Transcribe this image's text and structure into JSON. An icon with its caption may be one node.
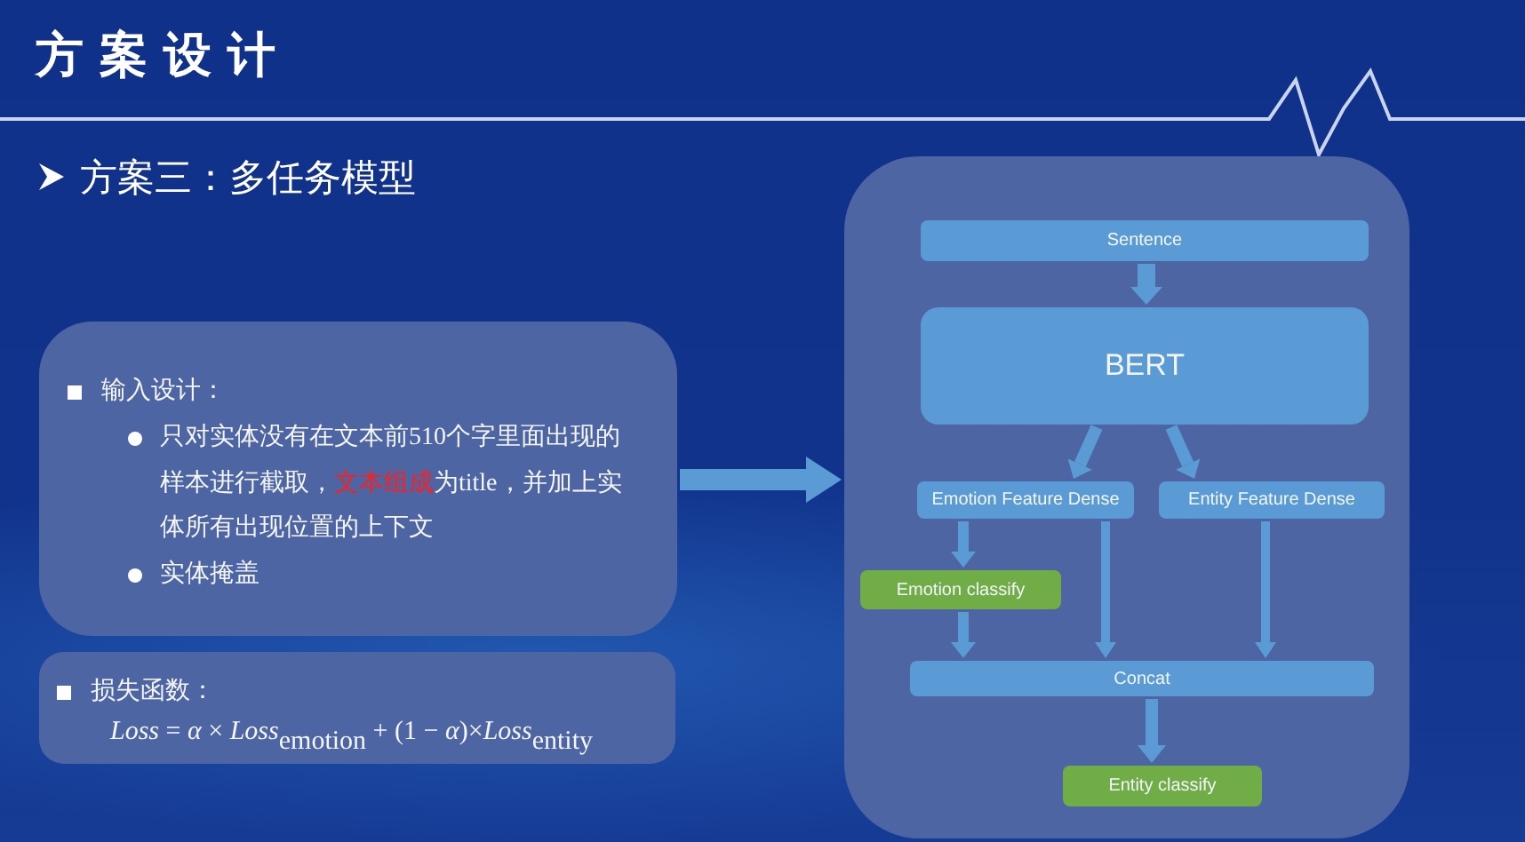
{
  "diagram": {
    "title": "方案设计",
    "nodes": [
      {
        "text": [
          "输入设计：",
          "只对实体没有在文本前510个字里面出现的样本进行截取，**文本组成**为title，并加上实体所有出现位置的上下文",
          "实体掩盖"
        ]
      },
      {
        "text": [
          "损失函数：",
          "*Loss* = *α* × *Loss*$_{emotion}$ + (1 − *α*)×*Loss*$_{entity}$"
        ]
      },
      {
        "text": [],
        "shape": "box"
      },
      {
        "text": [
          "Sentence"
        ],
        "in": 2
      },
      {
        "text": [
          "BERT"
        ],
        "in": 2
      },
      {
        "text": [
          "Emotion Feature Dense"
        ],
        "in": 2
      },
      {
        "text": [
          "Entity Feature Dense"
        ],
        "in": 2
      },
      {
        "text": [
          "Emotion classify"
        ],
        "in": 2
      },
      {
        "text": [
          "Concat"
        ],
        "in": 2
      },
      {
        "text": [
          "Entity classify"
        ],
        "in": 2
      }
    ],
    "edges": [
      {
        "from": 0,
        "to": 2,
        "arrow": "to"
      },
      {
        "from": 3,
        "to": 4,
        "arrow": "to"
      },
      {
        "from": 4,
        "to": 5,
        "arrow": "to"
      },
      {
        "from": 4,
        "to": 6,
        "arrow": "to"
      },
      {
        "from": 5,
        "to": 7,
        "arrow": "to"
      },
      {
        "from": 5,
        "to": 8,
        "arrow": "to"
      },
      {
        "from": 6,
        "to": 8,
        "arrow": "to"
      },
      {
        "from": 7,
        "to": 8,
        "arrow": "to"
      },
      {
        "from": 8,
        "to": 9,
        "arrow": "to"
      }
    ],
    "labels": [
      "方案三：多任务模型"
    ]
  }
}
